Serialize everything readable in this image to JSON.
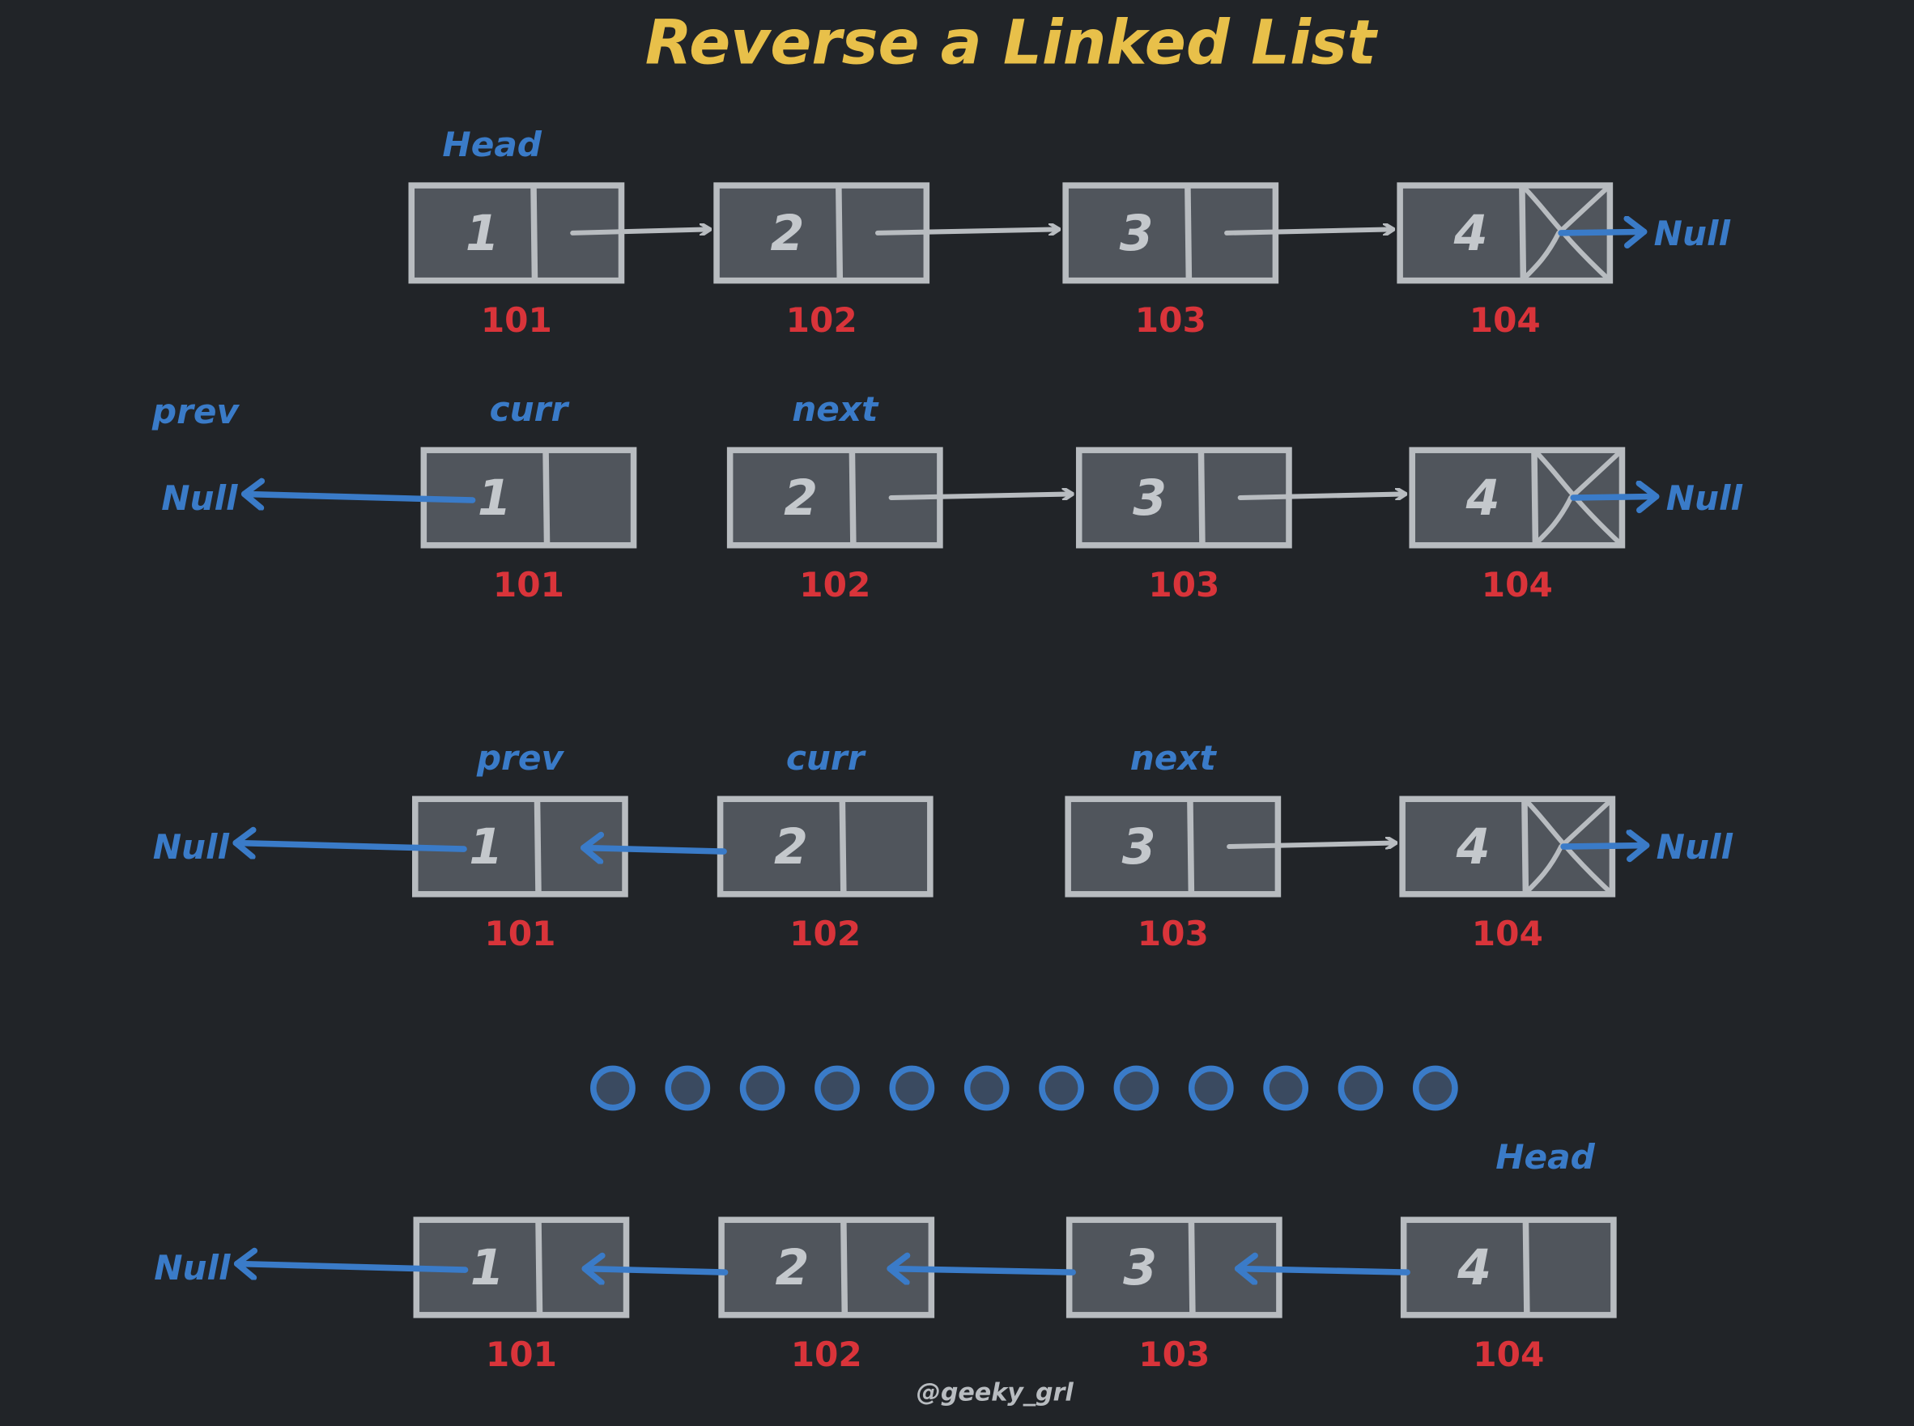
{
  "title": "Reverse a Linked List",
  "credit": "@geeky_grl",
  "null_label": "Null",
  "colors": {
    "background": "#212428",
    "node_fill": "#50555c",
    "node_border": "#b8bcc0",
    "pointer_blue": "#3a7bc8",
    "address_red": "#d9343a",
    "title_yellow": "#e8c04a"
  },
  "rows": [
    {
      "nodes": [
        {
          "value": "1",
          "address": "101",
          "next": 1
        },
        {
          "value": "2",
          "address": "102",
          "next": 2
        },
        {
          "value": "3",
          "address": "103",
          "next": 3
        },
        {
          "value": "4",
          "address": "104",
          "next": "null-right"
        }
      ],
      "pointers": [
        {
          "label": "Head",
          "target": 0
        }
      ]
    },
    {
      "nodes": [
        {
          "value": "1",
          "address": "101",
          "next": "null-left"
        },
        {
          "value": "2",
          "address": "102",
          "next": 2
        },
        {
          "value": "3",
          "address": "103",
          "next": 3
        },
        {
          "value": "4",
          "address": "104",
          "next": "null-right"
        }
      ],
      "pointers": [
        {
          "label": "prev",
          "target": "null-left"
        },
        {
          "label": "curr",
          "target": 0
        },
        {
          "label": "next",
          "target": 1
        }
      ]
    },
    {
      "nodes": [
        {
          "value": "1",
          "address": "101",
          "next": "null-left"
        },
        {
          "value": "2",
          "address": "102",
          "next": 0
        },
        {
          "value": "3",
          "address": "103",
          "next": 3
        },
        {
          "value": "4",
          "address": "104",
          "next": "null-right"
        }
      ],
      "pointers": [
        {
          "label": "prev",
          "target": 0
        },
        {
          "label": "curr",
          "target": 1
        },
        {
          "label": "next",
          "target": 2
        }
      ]
    },
    {
      "nodes": [
        {
          "value": "1",
          "address": "101",
          "next": "null-left"
        },
        {
          "value": "2",
          "address": "102",
          "next": 0
        },
        {
          "value": "3",
          "address": "103",
          "next": 1
        },
        {
          "value": "4",
          "address": "104",
          "next": 2
        }
      ],
      "pointers": [
        {
          "label": "Head",
          "target": 3
        }
      ]
    }
  ],
  "ellipsis_dots": 12
}
